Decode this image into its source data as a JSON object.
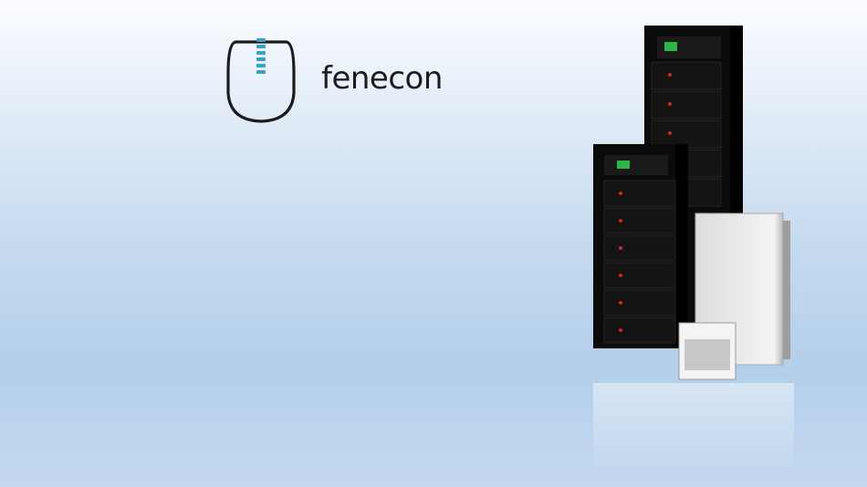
{
  "brand": {
    "name": "fenecon",
    "logo_icon": "battery-capsule-icon",
    "accent_color": "#3a9fc9",
    "text_color": "#1c1c1c"
  },
  "product_image": {
    "items": [
      "tall-battery-tower",
      "short-battery-tower",
      "inverter-cabinet",
      "junction-box"
    ]
  },
  "background": {
    "top_color": "#fbfcfe",
    "bottom_color": "#b4cfea"
  }
}
